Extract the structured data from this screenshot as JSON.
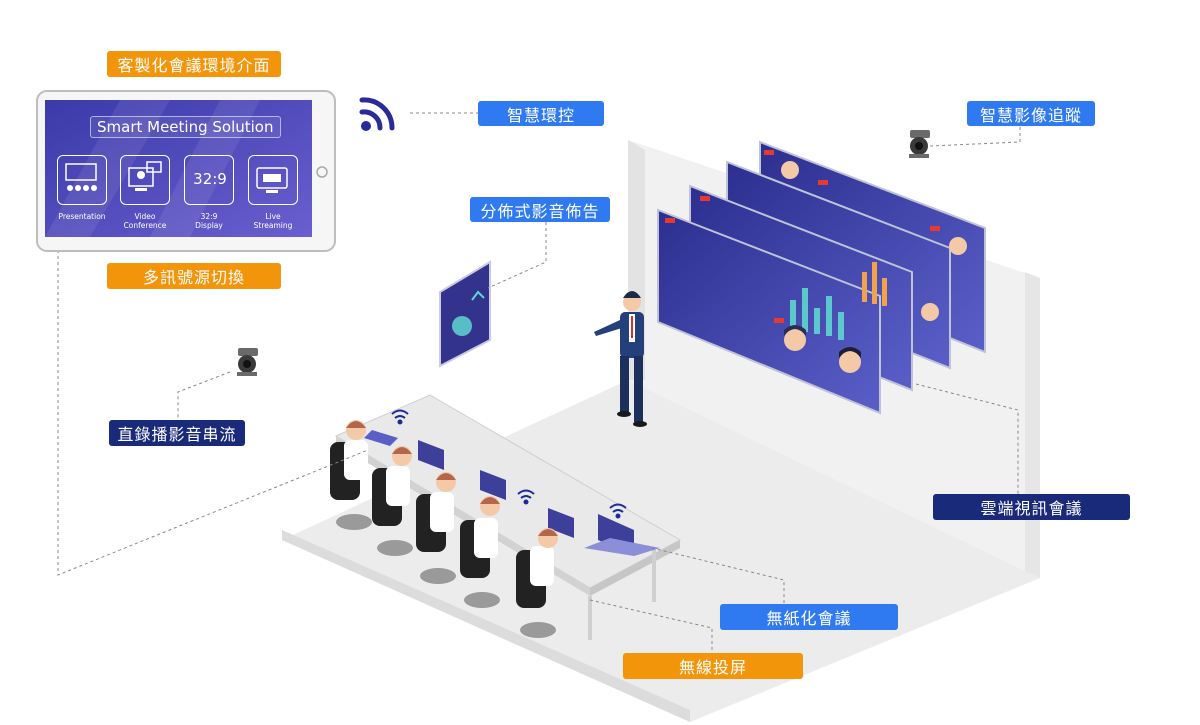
{
  "labels": {
    "custom_interface": "客製化會議環境介面",
    "signal_switch": "多訊號源切換",
    "smart_control": "智慧環控",
    "distributed_signage": "分佈式影音佈告",
    "smart_tracking": "智慧影像追蹤",
    "recording_streaming": "直錄播影音串流",
    "cloud_conference": "雲端視訊會議",
    "paperless_meeting": "無紙化會議",
    "wireless_projection": "無線投屏"
  },
  "tablet": {
    "title": "Smart Meeting Solution",
    "ratio": "32:9",
    "tiles": [
      {
        "caption_1": "Presentation",
        "caption_2": ""
      },
      {
        "caption_1": "Video",
        "caption_2": "Conference"
      },
      {
        "caption_1": "32:9",
        "caption_2": "Display"
      },
      {
        "caption_1": "Live",
        "caption_2": "Streaming"
      }
    ]
  },
  "colors": {
    "orange": "#f2950a",
    "blue": "#2f7af0",
    "navy": "#1a2a7a",
    "screen": "#3b3d9e"
  }
}
